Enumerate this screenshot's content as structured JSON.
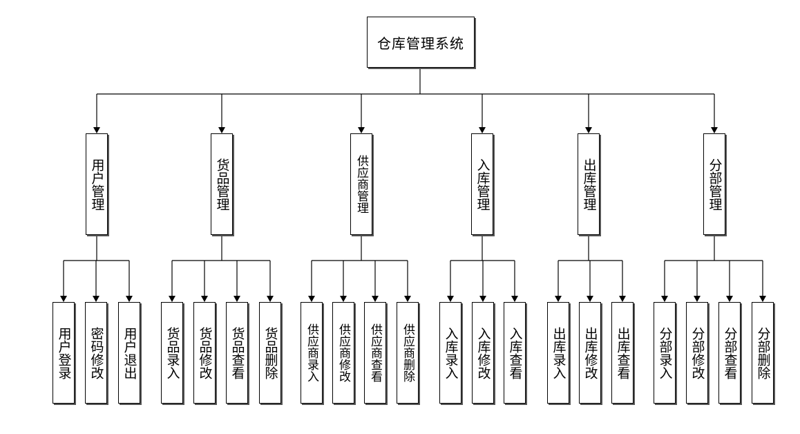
{
  "root": {
    "label": "仓库管理系统"
  },
  "modules": [
    {
      "label": "用户管理",
      "children": [
        "用户登录",
        "密码修改",
        "用户退出"
      ]
    },
    {
      "label": "货品管理",
      "children": [
        "货品录入",
        "货品修改",
        "货品查看",
        "货品删除"
      ]
    },
    {
      "label": "供应商管理",
      "children": [
        "供应商录入",
        "供应商修改",
        "供应商查看",
        "供应商删除"
      ]
    },
    {
      "label": "入库管理",
      "children": [
        "入库录入",
        "入库修改",
        "入库查看"
      ]
    },
    {
      "label": "出库管理",
      "children": [
        "出库录入",
        "出库修改",
        "出库查看"
      ]
    },
    {
      "label": "分部管理",
      "children": [
        "分部录入",
        "分部修改",
        "分部查看",
        "分部删除"
      ]
    }
  ]
}
